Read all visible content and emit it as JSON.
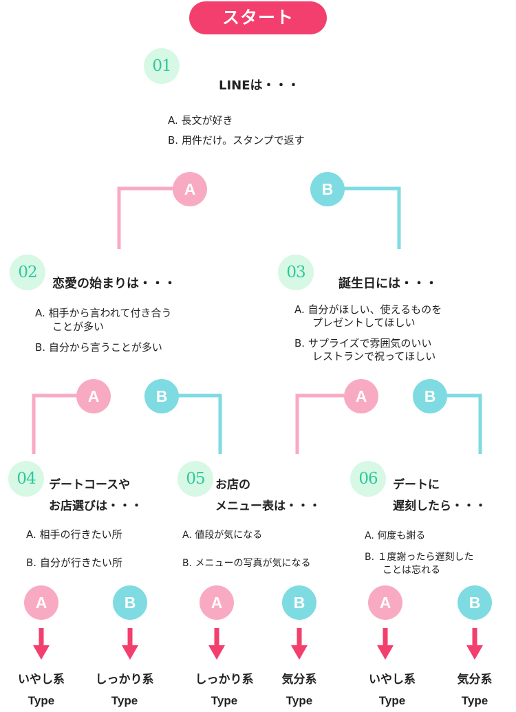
{
  "start_label": "スタート",
  "colors": {
    "start": "#f33f6d",
    "answer_a": "#f9aac3",
    "answer_b": "#7edbe1",
    "question_badge": "#d7f8e4",
    "arrow": "#f33f6d"
  },
  "answer_a_label": "A",
  "answer_b_label": "B",
  "questions": [
    {
      "number": "01",
      "title": [
        "LINEは・・・"
      ],
      "option_a": [
        "A. 長文が好き"
      ],
      "option_b": [
        "B. 用件だけ。スタンプで返す"
      ]
    },
    {
      "number": "02",
      "title": [
        "恋愛の始まりは・・・"
      ],
      "option_a": [
        "A. 相手から言われて付き合う",
        "ことが多い"
      ],
      "option_b": [
        "B. 自分から言うことが多い"
      ]
    },
    {
      "number": "03",
      "title": [
        "誕生日には・・・"
      ],
      "option_a": [
        "A. 自分がほしい、使えるものを",
        "プレゼントしてほしい"
      ],
      "option_b": [
        "B. サプライズで雰囲気のいい",
        "レストランで祝ってほしい"
      ]
    },
    {
      "number": "04",
      "title": [
        "デートコースや",
        "お店選びは・・・"
      ],
      "option_a": [
        "A. 相手の行きたい所"
      ],
      "option_b": [
        "B. 自分が行きたい所"
      ]
    },
    {
      "number": "05",
      "title": [
        "お店の",
        "メニュー表は・・・"
      ],
      "option_a": [
        "A. 値段が気になる"
      ],
      "option_b": [
        "B. メニューの写真が気になる"
      ]
    },
    {
      "number": "06",
      "title": [
        "デートに",
        "遅刻したら・・・"
      ],
      "option_a": [
        "A. 何度も謝る"
      ],
      "option_b": [
        "B. １度謝ったら遅刻した",
        "ことは忘れる"
      ]
    }
  ],
  "results": [
    {
      "name": "いやし系",
      "type": "Type"
    },
    {
      "name": "しっかり系",
      "type": "Type"
    },
    {
      "name": "しっかり系",
      "type": "Type"
    },
    {
      "name": "気分系",
      "type": "Type"
    },
    {
      "name": "いやし系",
      "type": "Type"
    },
    {
      "name": "気分系",
      "type": "Type"
    }
  ]
}
